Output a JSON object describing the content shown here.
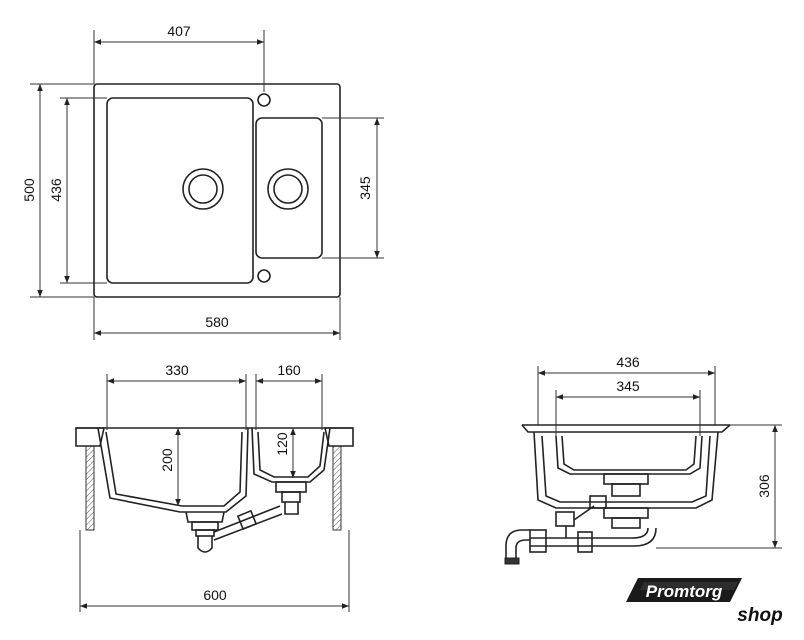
{
  "top_view": {
    "dims": {
      "width_407": "407",
      "height_500": "500",
      "height_436": "436",
      "height_345": "345",
      "width_580": "580"
    }
  },
  "front_view": {
    "dims": {
      "width_330": "330",
      "width_160": "160",
      "depth_200": "200",
      "depth_120": "120",
      "width_600": "600"
    }
  },
  "side_view": {
    "dims": {
      "width_436": "436",
      "width_345": "345",
      "height_306": "306"
    }
  },
  "logo": {
    "line1": "Promtorg",
    "line2": "shop"
  }
}
